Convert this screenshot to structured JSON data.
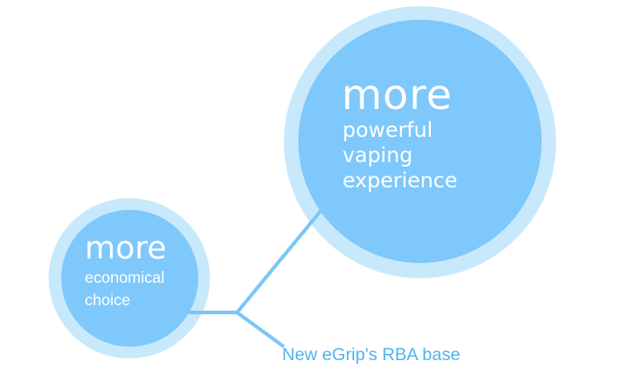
{
  "colors": {
    "outer_ring": "#c8e8fc",
    "inner_fill": "#7ec8fb",
    "connector": "#7cc6f7",
    "label_text": "#4fb3ef",
    "circle_text": "#ffffff"
  },
  "big_circle": {
    "headline": "more",
    "lines": [
      "powerful",
      "vaping",
      "experience"
    ]
  },
  "small_circle": {
    "headline": "more",
    "lines": [
      "economical",
      "choice"
    ]
  },
  "label": "New eGrip's RBA base"
}
